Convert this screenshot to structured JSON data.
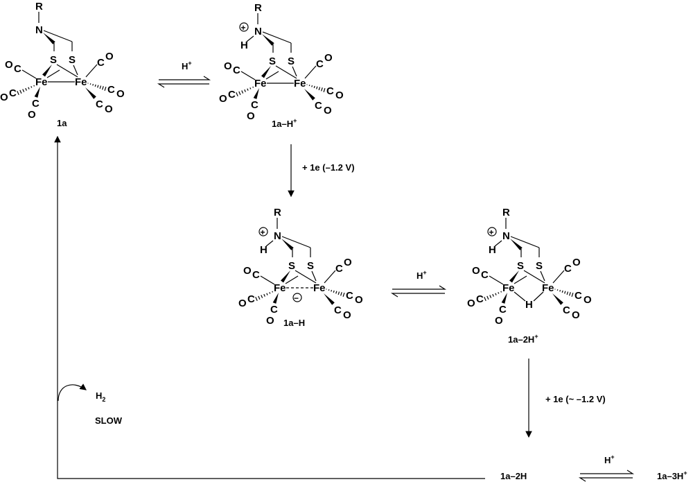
{
  "atoms": {
    "R": "R",
    "N": "N",
    "S": "S",
    "Fe": "Fe",
    "C": "C",
    "O": "O",
    "H": "H",
    "plus": "+",
    "minus": "−"
  },
  "molecules": [
    {
      "id": "1a",
      "label": "1a",
      "label_sup": "",
      "protonated": false,
      "anionic": false,
      "hydride": false
    },
    {
      "id": "1a-H+",
      "label": "1a–H",
      "label_sup": "+",
      "protonated": true,
      "anionic": false,
      "hydride": false
    },
    {
      "id": "1a-H",
      "label": "1a–H",
      "label_sup": "",
      "protonated": true,
      "anionic": true,
      "hydride": false
    },
    {
      "id": "1a-2H+",
      "label": "1a–2H",
      "label_sup": "+",
      "protonated": true,
      "anionic": false,
      "hydride": true
    }
  ],
  "steps": {
    "protonation1": {
      "label": "H",
      "sup": "+"
    },
    "reduction1": {
      "label": "+ 1e (–1.2 V)"
    },
    "protonation2": {
      "label": "H",
      "sup": "+"
    },
    "reduction2": {
      "label": "+ 1e  (~ –1.2 V)"
    },
    "protonation3": {
      "label": "H",
      "sup": "+"
    },
    "product_1a_2H": {
      "label": "1a–2H"
    },
    "product_1a_3H": {
      "label": "1a–3H",
      "sup": "+"
    },
    "release": {
      "label": "H",
      "sub": "2",
      "rate": "SLOW"
    }
  }
}
